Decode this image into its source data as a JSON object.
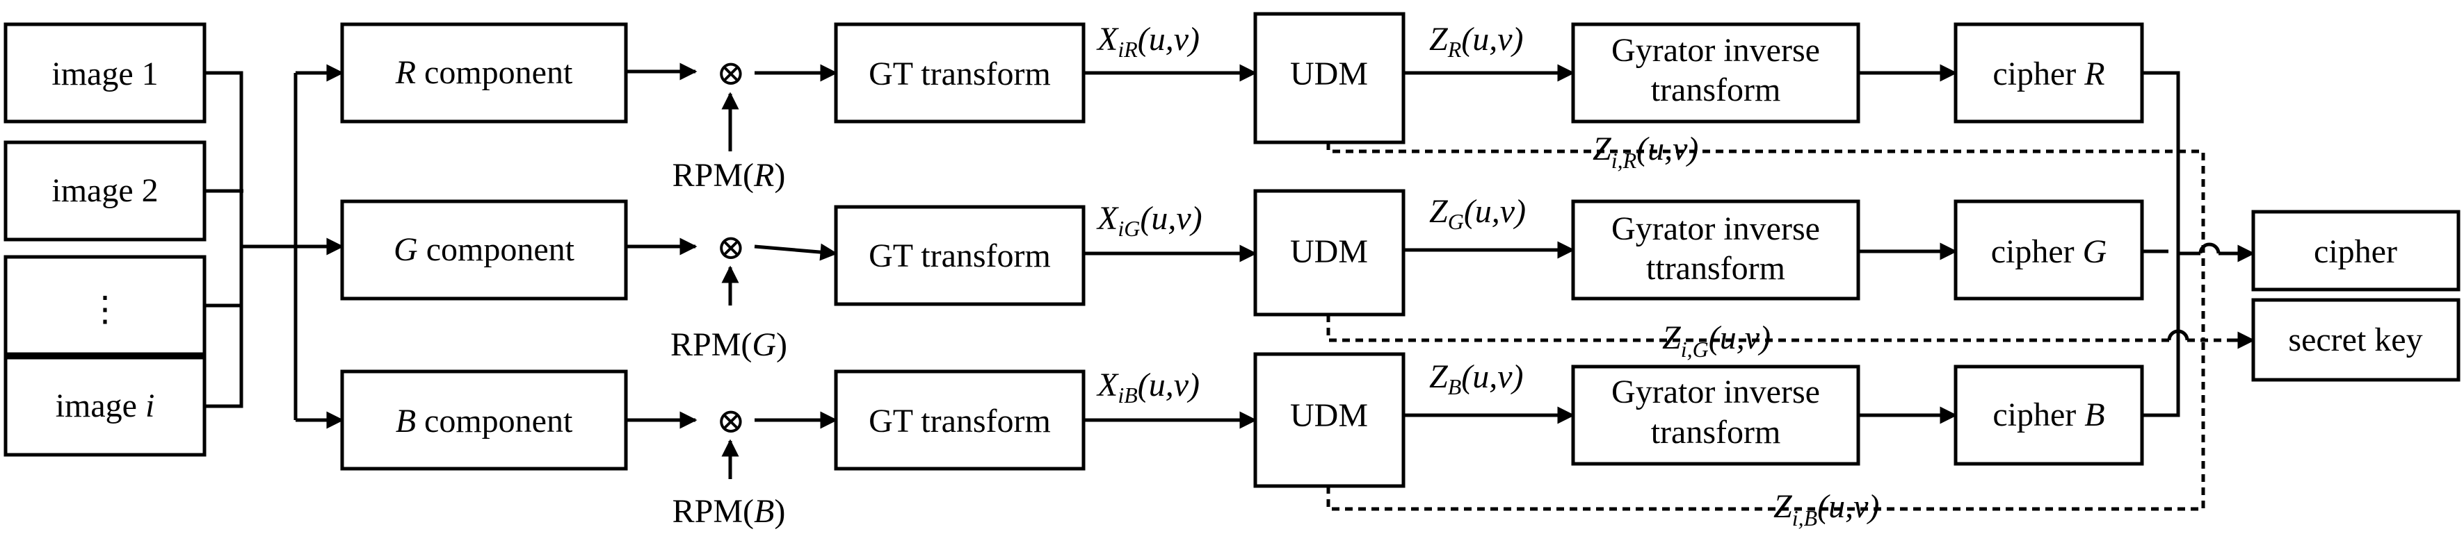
{
  "inputs": {
    "image1": {
      "base": "image",
      "var": "1"
    },
    "image2": {
      "base": "image",
      "var": "2"
    },
    "ellipsis": "⋮",
    "imagei": {
      "base": "image",
      "var": "i"
    }
  },
  "components": {
    "r": {
      "letter": "R",
      "suffix": " component"
    },
    "g": {
      "letter": "G",
      "suffix": " component"
    },
    "b": {
      "letter": "B",
      "suffix": " component"
    }
  },
  "multiply_symbol": "⊗",
  "rpm": {
    "prefix": "RPM(",
    "suffix": ")",
    "r": "R",
    "g": "G",
    "b": "B"
  },
  "gt_label": "GT transform",
  "x_signals": {
    "base": "X",
    "args": "(u,v)",
    "r_sub": "iR",
    "g_sub": "iG",
    "b_sub": "iB"
  },
  "udm_label": "UDM",
  "z_signals": {
    "base": "Z",
    "args": "(u,v)",
    "r_sub": "R",
    "g_sub": "G",
    "b_sub": "B"
  },
  "gyrator": {
    "r_line1": "Gyrator inverse",
    "r_line2": "transform",
    "g_line1": "Gyrator inverse",
    "g_line2": "ttransform",
    "b_line1": "Gyrator inverse",
    "b_line2": "transform"
  },
  "cipher_boxes": {
    "prefix": "cipher ",
    "r": "R",
    "g": "G",
    "b": "B"
  },
  "key_signals": {
    "base": "Z",
    "args": "(u,v)",
    "r_sub": "i,R",
    "g_sub": "i,G",
    "b_sub": "i,B"
  },
  "outputs": {
    "cipher": "cipher",
    "secret_key": "secret key"
  }
}
